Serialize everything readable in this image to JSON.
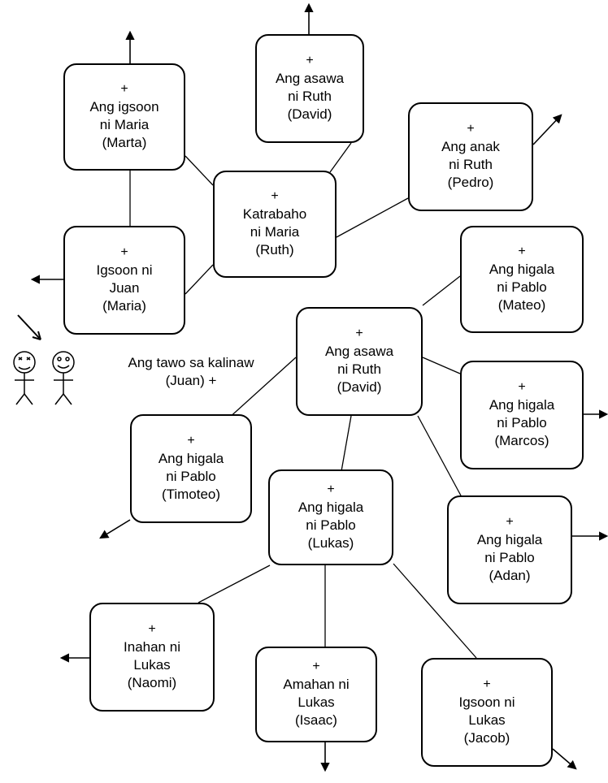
{
  "nodes": [
    {
      "id": "marta",
      "lines": [
        "+",
        "Ang igsoon",
        "ni Maria",
        "(Marta)"
      ]
    },
    {
      "id": "david_top",
      "lines": [
        "+",
        "Ang asawa",
        "ni Ruth",
        "(David)"
      ]
    },
    {
      "id": "pedro",
      "lines": [
        "+",
        "Ang anak",
        "ni Ruth",
        "(Pedro)"
      ]
    },
    {
      "id": "ruth",
      "lines": [
        "+",
        "Katrabaho",
        "ni Maria",
        "(Ruth)"
      ]
    },
    {
      "id": "maria",
      "lines": [
        "+",
        "Igsoon ni",
        "Juan",
        "(Maria)"
      ]
    },
    {
      "id": "mateo",
      "lines": [
        "+",
        "Ang higala",
        "ni Pablo",
        "(Mateo)"
      ]
    },
    {
      "id": "david",
      "lines": [
        "+",
        "Ang asawa",
        "ni Ruth",
        "(David)"
      ]
    },
    {
      "id": "marcos",
      "lines": [
        "+",
        "Ang higala",
        "ni Pablo",
        "(Marcos)"
      ]
    },
    {
      "id": "timoteo",
      "lines": [
        "+",
        "Ang higala",
        "ni Pablo",
        "(Timoteo)"
      ]
    },
    {
      "id": "lukas",
      "lines": [
        "+",
        "Ang higala",
        "ni Pablo",
        "(Lukas)"
      ]
    },
    {
      "id": "adan",
      "lines": [
        "+",
        "Ang higala",
        "ni Pablo",
        "(Adan)"
      ]
    },
    {
      "id": "naomi",
      "lines": [
        "+",
        "Inahan ni",
        "Lukas",
        "(Naomi)"
      ]
    },
    {
      "id": "isaac",
      "lines": [
        "+",
        "Amahan ni",
        "Lukas",
        "(Isaac)"
      ]
    },
    {
      "id": "jacob",
      "lines": [
        "+",
        "Igsoon ni",
        "Lukas",
        "(Jacob)"
      ]
    }
  ],
  "juan_label": {
    "lines": [
      "Ang tawo sa kalinaw",
      "(Juan) +"
    ]
  }
}
